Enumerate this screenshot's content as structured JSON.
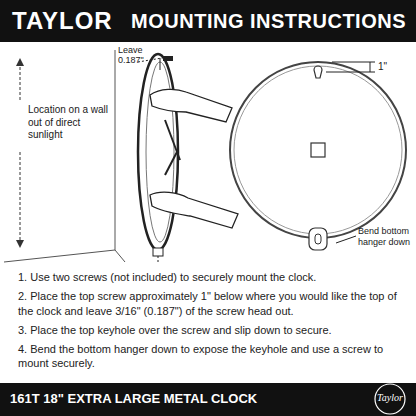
{
  "diagram": {
    "title": "MOUNTING INSTRUCTIONS",
    "labels": [
      "TAYLOR",
      "Leave 0.187\"",
      "1\"",
      "Location on a wall out of direct sunlight",
      "Bend bottom hanger down",
      "1. Use two screws (not included) to securely mount the clock.",
      "2. Place the top screw approximately 1\" below where you would like the top of the clock and leave 3/16\" (0.187\") of the screw head out.",
      "3. Place the top keyhole over the screw and slip down to secure.",
      "4. Bend the bottom hanger down to expose the keyhole and use a screw to mount securely.",
      "161T 18\" EXTRA LARGE METAL CLOCK",
      "Taylor"
    ]
  }
}
